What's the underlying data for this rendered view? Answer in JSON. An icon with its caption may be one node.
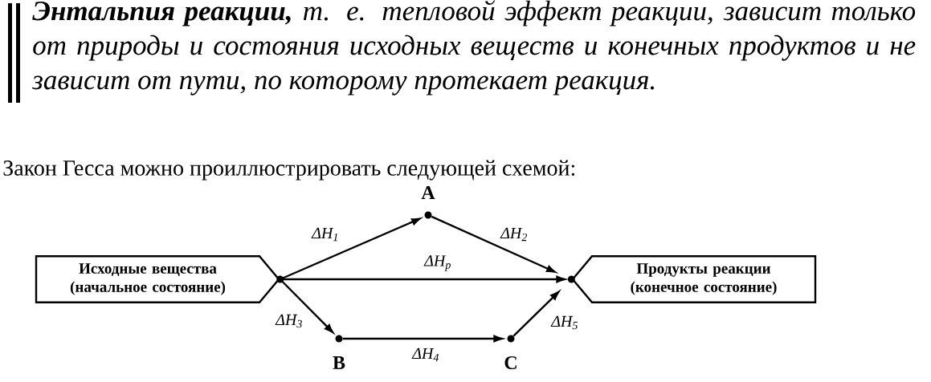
{
  "diagram": {
    "nodes": [
      {
        "text": [
          "Исходные вещества (начальное состояние)"
        ]
      },
      {
        "text": [],
        "shape": "circle",
        "beside": [
          "A"
        ]
      },
      {
        "text": [],
        "shape": "circle",
        "beside": [
          "B"
        ]
      },
      {
        "text": [],
        "shape": "circle",
        "beside": [
          "C"
        ]
      },
      {
        "text": [
          "Продукты реакции (конечное состояние)"
        ]
      }
    ],
    "edges": [
      {
        "from": 0,
        "to": 1,
        "arrow": "to",
        "label": "ΔH$_{1}$"
      },
      {
        "from": 1,
        "to": 4,
        "arrow": "to",
        "label": "ΔH$_{2}$"
      },
      {
        "from": 0,
        "to": 4,
        "arrow": "to",
        "label": "ΔH$_{р}$"
      },
      {
        "from": 0,
        "to": 2,
        "arrow": "to",
        "label": "ΔH$_{3}$"
      },
      {
        "from": 2,
        "to": 3,
        "arrow": "to",
        "label": "ΔH$_{4}$"
      },
      {
        "from": 3,
        "to": 4,
        "arrow": "to",
        "label": "ΔH$_{5}$"
      }
    ],
    "labels": [
      "**Энтальпия реакции,** т. е. тепловой эффект реакции, зависит только от природы и состояния исходных веществ и конечных продуктов и не зависит от пути, по которому протекает реакция.",
      "Закон Гесса можно проиллюстрировать следующей схемой:"
    ]
  }
}
